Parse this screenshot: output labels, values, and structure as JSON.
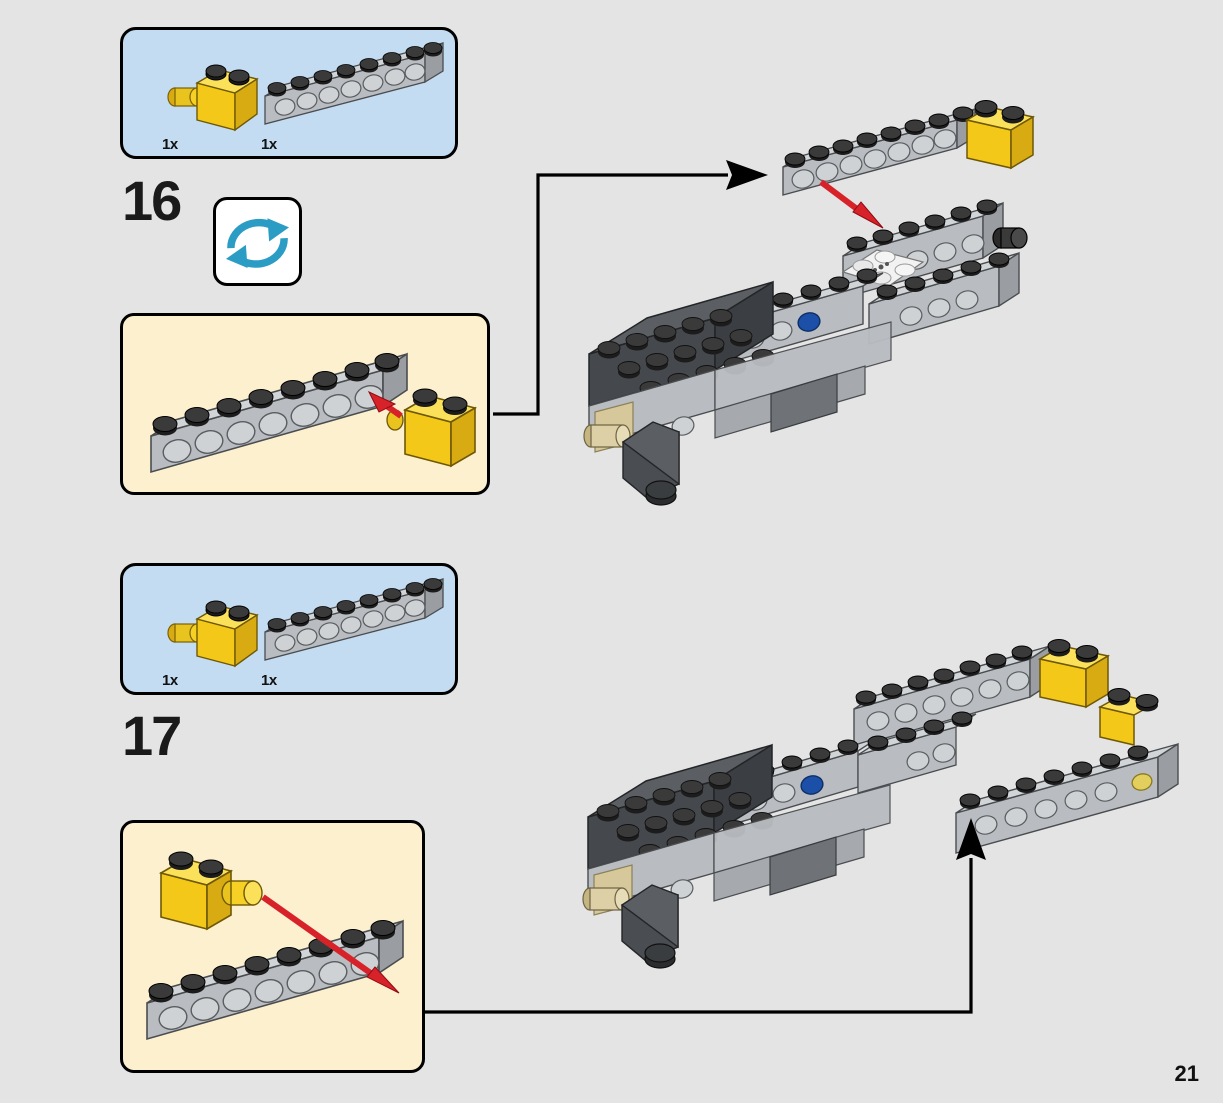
{
  "page": {
    "number": "21",
    "background_color": "#e4e4e4"
  },
  "colors": {
    "parts_box_bg": "#c4dcf2",
    "sub_box_bg": "#fdf0cf",
    "yellow": "#f6d024",
    "yellow_dark": "#d8ab12",
    "light_gray": "#b9bcc0",
    "light_gray_dark": "#8e9296",
    "dark_gray": "#45484d",
    "dark_gray_top": "#5b5f64",
    "black_stud": "#1c1c1c",
    "arrow_red": "#d8222a",
    "arrow_black": "#000000",
    "rotate_arrow_blue": "#2b9dc4",
    "tan_axle": "#d6c89a",
    "blue_element": "#1b4fa8",
    "white_tile": "#f2f2f2"
  },
  "steps": [
    {
      "id": "step-16",
      "number": "16",
      "has_rotate_icon": true,
      "rotate_icon_name": "rotate-model-icon",
      "parts": [
        {
          "name": "yellow-brick-1x2-with-pin",
          "quantity": "1x",
          "color": "yellow"
        },
        {
          "name": "light-gray-technic-brick-1x8",
          "quantity": "1x",
          "color": "light_gray"
        }
      ],
      "sub_assembly": {
        "name": "sub-assembly-16",
        "arrow": "red-assembly-arrow",
        "arrow_direction": "up-left"
      },
      "model": {
        "name": "main-model-step-16",
        "attach_arrow": "red-attach-arrow",
        "callout_arrow": "black-callout-arrow-right"
      }
    },
    {
      "id": "step-17",
      "number": "17",
      "has_rotate_icon": false,
      "rotate_icon_name": "",
      "parts": [
        {
          "name": "yellow-brick-1x2-with-pin",
          "quantity": "1x",
          "color": "yellow"
        },
        {
          "name": "light-gray-technic-brick-1x8",
          "quantity": "1x",
          "color": "light_gray"
        }
      ],
      "sub_assembly": {
        "name": "sub-assembly-17",
        "arrow": "red-assembly-arrow",
        "arrow_direction": "down-right"
      },
      "model": {
        "name": "main-model-step-17",
        "attach_arrow": "",
        "callout_arrow": "black-callout-arrow-up"
      }
    }
  ]
}
